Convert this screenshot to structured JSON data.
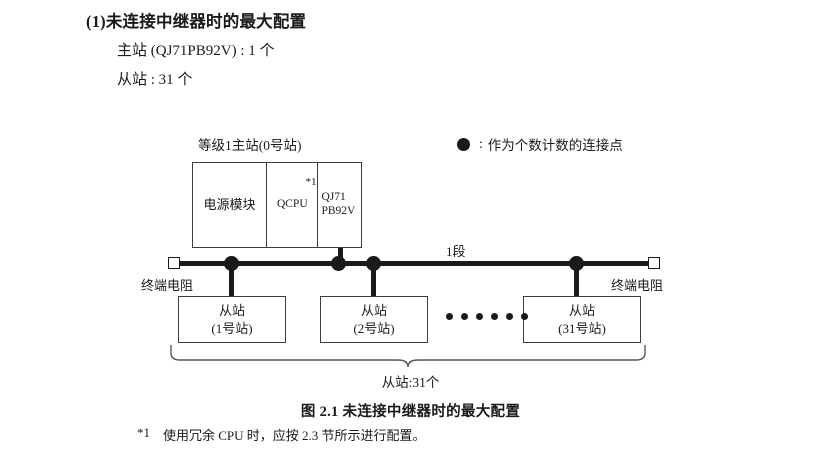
{
  "heading": {
    "number": "(1)",
    "title": "未连接中继器时的最大配置"
  },
  "specs": [
    {
      "text": "主站 (QJ71PB92V) : 1 个"
    },
    {
      "text": "从站 : 31 个"
    }
  ],
  "legend": {
    "symbol": "filled-circle",
    "colon": ":",
    "text": "作为个数计数的连接点"
  },
  "diagram": {
    "master_label": "等级1主站(0号站)",
    "master_modules": [
      {
        "name": "power-module",
        "label": "电源模块"
      },
      {
        "name": "cpu-module",
        "label": "QCPU",
        "note": "*1"
      },
      {
        "name": "network-module",
        "line1": "QJ71",
        "line2": "PB92V"
      }
    ],
    "segment_label": "1段",
    "terminator_left": "终端电阻",
    "terminator_right": "终端电阻",
    "slaves": [
      {
        "title": "从站",
        "station": "(1号站)"
      },
      {
        "title": "从站",
        "station": "(2号站)"
      },
      {
        "title": "从站",
        "station": "(31号站)"
      }
    ],
    "ellipsis_count": 6,
    "brace_label": "从站:31个"
  },
  "caption": "图 2.1  未连接中继器时的最大配置",
  "footnote": {
    "mark": "*1",
    "text": "使用冗余 CPU 时，应按 2.3 节所示进行配置。"
  },
  "colors": {
    "ink": "#1a1a1a",
    "box_border": "#3d3d3d",
    "background": "#ffffff"
  }
}
